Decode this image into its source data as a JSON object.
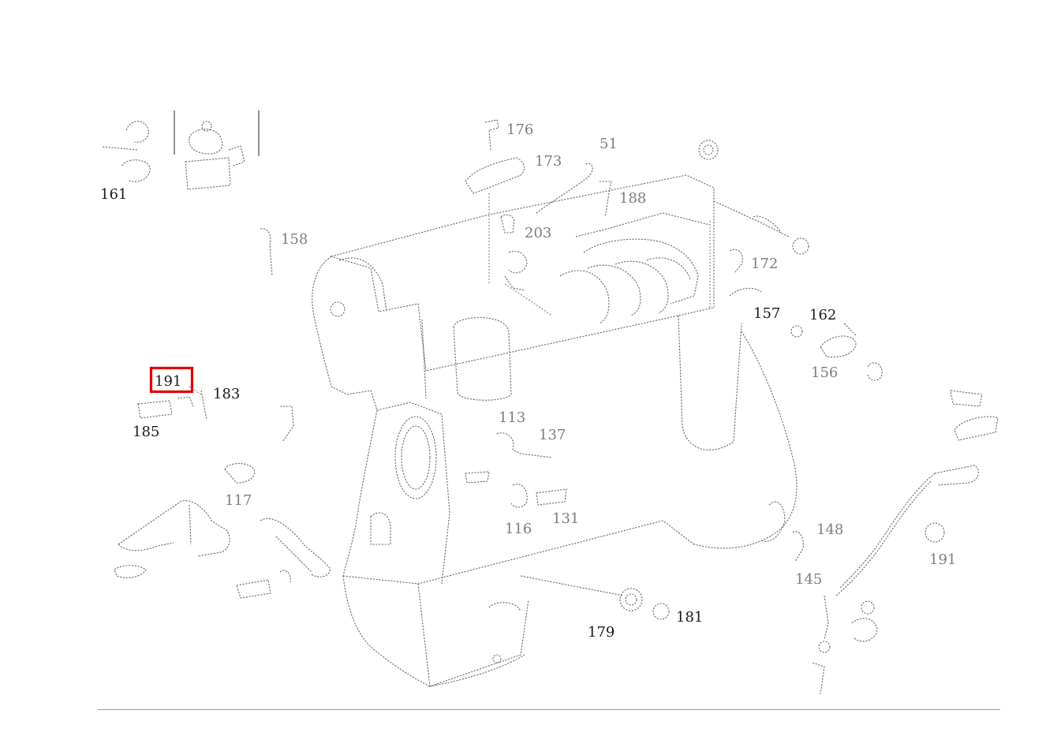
{
  "diagram": {
    "highlighted_callout": "191",
    "highlight_color": "#e00000",
    "callouts": [
      {
        "id": "c-161",
        "text": "161",
        "clear": true
      },
      {
        "id": "c-176",
        "text": "176",
        "clear": false
      },
      {
        "id": "c-173",
        "text": "173",
        "clear": false
      },
      {
        "id": "c-51",
        "text": "51",
        "clear": false
      },
      {
        "id": "c-188",
        "text": "188",
        "clear": false
      },
      {
        "id": "c-203",
        "text": "203",
        "clear": false
      },
      {
        "id": "c-158",
        "text": "158",
        "clear": false
      },
      {
        "id": "c-172",
        "text": "172",
        "clear": false
      },
      {
        "id": "c-157",
        "text": "157",
        "clear": true
      },
      {
        "id": "c-162",
        "text": "162",
        "clear": true
      },
      {
        "id": "c-156",
        "text": "156",
        "clear": false
      },
      {
        "id": "c-191",
        "text": "191",
        "clear": true
      },
      {
        "id": "c-183",
        "text": "183",
        "clear": true
      },
      {
        "id": "c-185",
        "text": "185",
        "clear": true
      },
      {
        "id": "c-113",
        "text": "113",
        "clear": false
      },
      {
        "id": "c-137",
        "text": "137",
        "clear": false
      },
      {
        "id": "c-117",
        "text": "117",
        "clear": false
      },
      {
        "id": "c-116",
        "text": "116",
        "clear": false
      },
      {
        "id": "c-131",
        "text": "131",
        "clear": false
      },
      {
        "id": "c-179",
        "text": "179",
        "clear": true
      },
      {
        "id": "c-181",
        "text": "181",
        "clear": true
      },
      {
        "id": "c-148",
        "text": "148",
        "clear": false
      },
      {
        "id": "c-145",
        "text": "145",
        "clear": false
      },
      {
        "id": "c-191b",
        "text": "191",
        "clear": false
      }
    ]
  }
}
